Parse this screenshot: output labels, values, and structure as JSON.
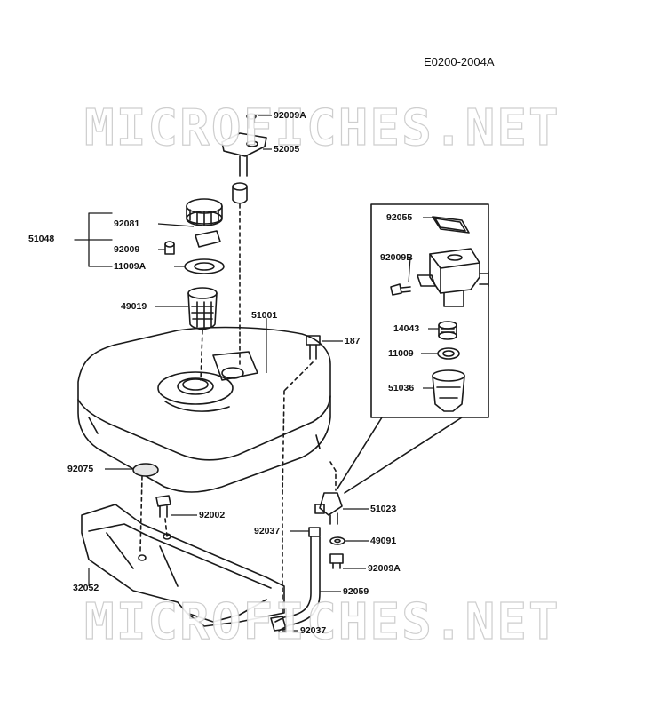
{
  "sheet_id": "E0200-2004A",
  "watermark": "MICROFICHES.NET",
  "parts": {
    "p92009a_top": "92009A",
    "p52005": "52005",
    "p92081": "92081",
    "p51048": "51048",
    "p92009": "92009",
    "p11009a": "11009A",
    "p49019": "49019",
    "p51001": "51001",
    "p187": "187",
    "p92055": "92055",
    "p92009b": "92009B",
    "p14043": "14043",
    "p11009": "11009",
    "p51036": "51036",
    "p92075": "92075",
    "p92002": "92002",
    "p51023": "51023",
    "p92037_mid": "92037",
    "p49091": "49091",
    "p92009a_bottom": "92009A",
    "p32052": "32052",
    "p92059": "92059",
    "p92037_bottom": "92037"
  }
}
